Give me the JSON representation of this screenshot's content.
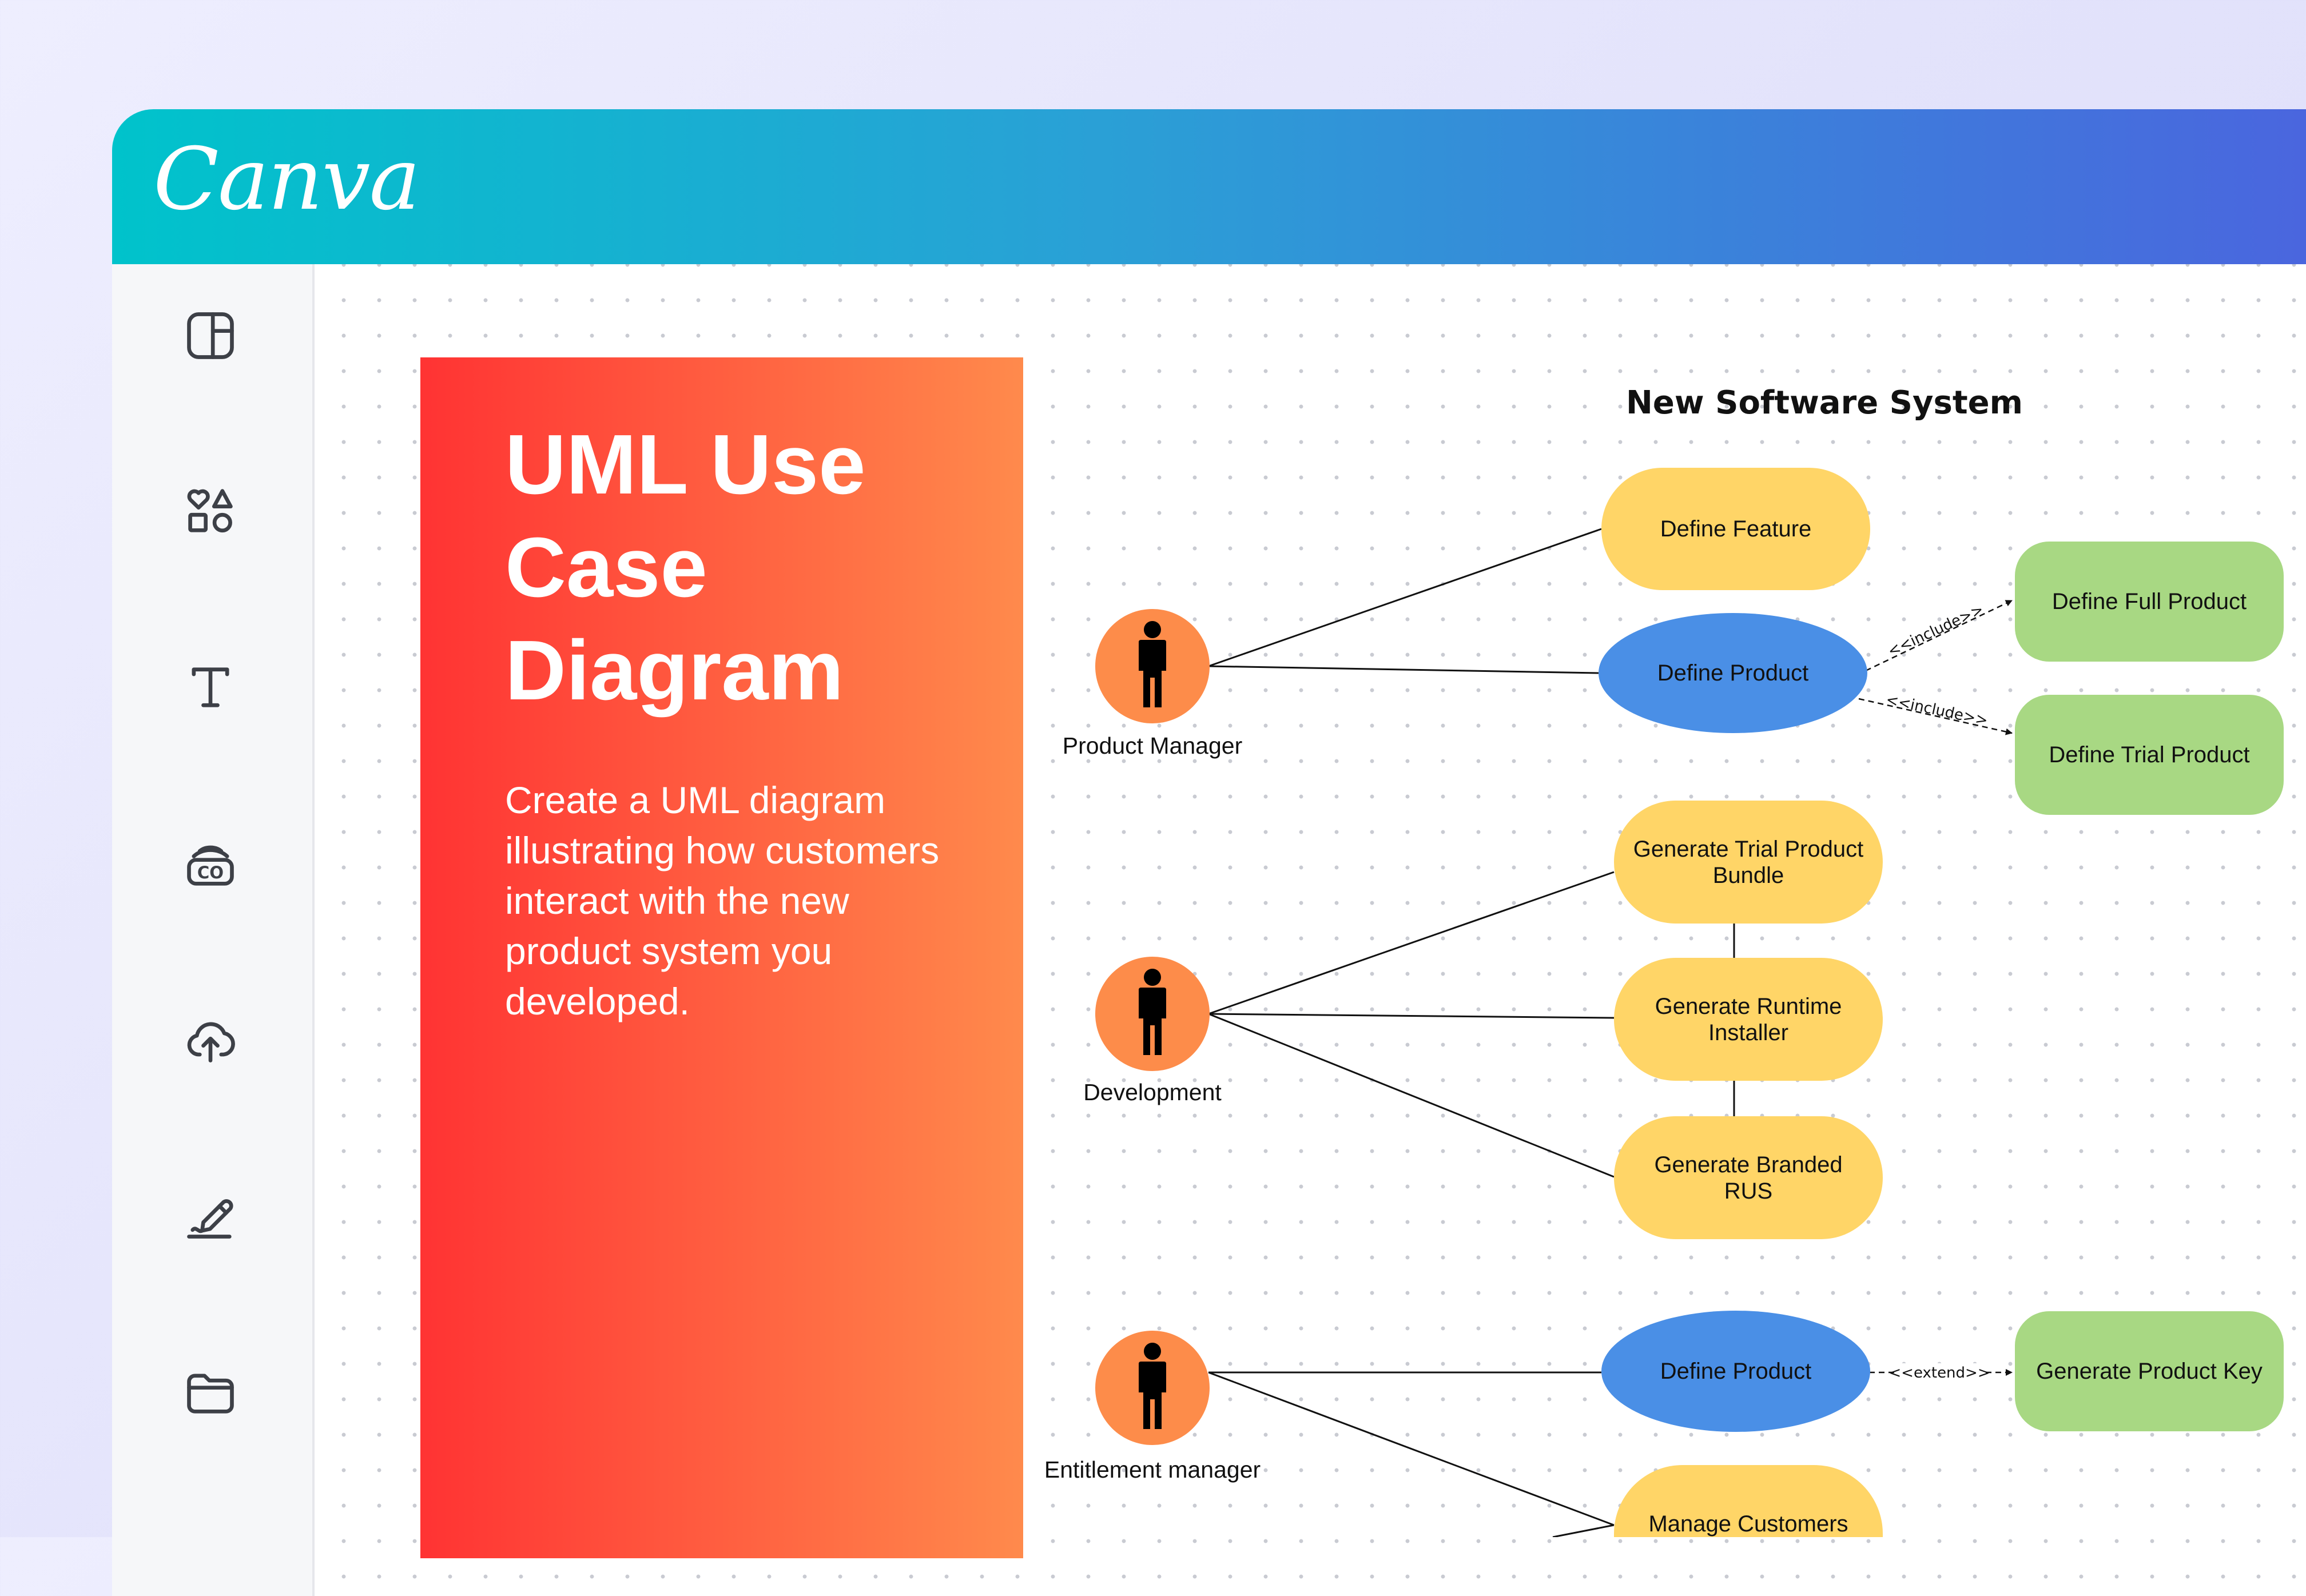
{
  "app": {
    "name": "Canva"
  },
  "sidebar": {
    "items": [
      {
        "id": "design",
        "icon": "layout-icon"
      },
      {
        "id": "elements",
        "icon": "shapes-icon"
      },
      {
        "id": "text",
        "icon": "text-icon"
      },
      {
        "id": "brand",
        "icon": "brand-kit-icon"
      },
      {
        "id": "uploads",
        "icon": "cloud-upload-icon"
      },
      {
        "id": "draw",
        "icon": "draw-icon"
      },
      {
        "id": "projects",
        "icon": "folder-icon"
      }
    ]
  },
  "hero": {
    "title": "UML Use Case Diagram",
    "description": "Create a UML diagram illustrating how customers interact with the new product system you developed."
  },
  "diagram": {
    "title": "New Software System",
    "actors": [
      {
        "label": "Product Manager"
      },
      {
        "label": "Development"
      },
      {
        "label": "Entitlement manager"
      }
    ],
    "use_cases": [
      "Define Feature",
      "Define Product",
      "Define Full Product",
      "Define Trial Product",
      "Generate Trial Product Bundle",
      "Generate Runtime Installer",
      "Generate Branded RUS",
      "Define Product",
      "Generate Product Key",
      "Manage Customers"
    ],
    "relations": [
      "<<include>>",
      "<<include>>",
      "<<extend>>"
    ]
  },
  "colors": {
    "actor": "#fd8c4a",
    "use_case_yellow": "#ffd567",
    "use_case_blue": "#4a8fe6",
    "use_case_green": "#a8d883",
    "hero_gradient_start": "#ff3333",
    "hero_gradient_end": "#ff8a4c",
    "topbar_gradient_start": "#00c3cb",
    "topbar_gradient_end": "#4a66de"
  }
}
